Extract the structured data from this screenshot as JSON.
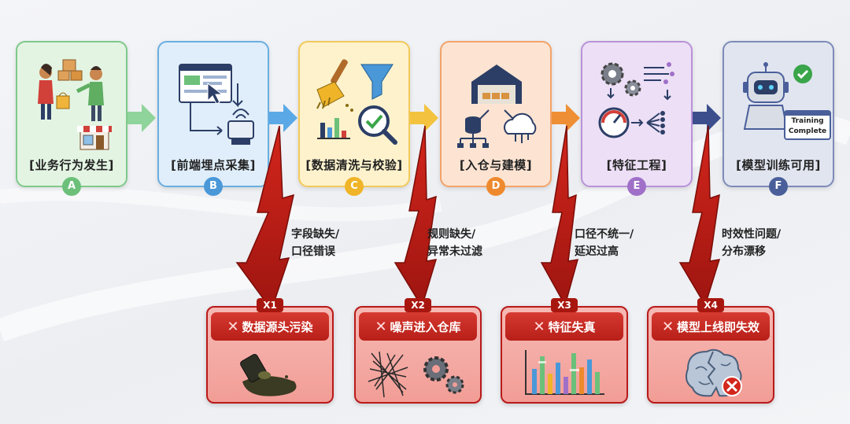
{
  "stages": [
    {
      "label": "[业务行为发生]",
      "letter": "A"
    },
    {
      "label": "[前端埋点采集]",
      "letter": "B"
    },
    {
      "label": "[数据清洗与校验]",
      "letter": "C"
    },
    {
      "label": "[入仓与建模]",
      "letter": "D"
    },
    {
      "label": "[特征工程]",
      "letter": "E"
    },
    {
      "label": "[模型训练可用]",
      "letter": "F"
    }
  ],
  "training_badge": {
    "line1": "Training",
    "line2": "Complete"
  },
  "issues": [
    {
      "line1": "字段缺失/",
      "line2": "口径错误"
    },
    {
      "line1": "规则缺失/",
      "line2": "异常未过滤"
    },
    {
      "line1": "口径不统一/",
      "line2": "延迟过高"
    },
    {
      "line1": "时效性问题/",
      "line2": "分布漂移"
    }
  ],
  "problems": [
    {
      "tag": "X1",
      "mark": "✕",
      "title": "数据源头污染"
    },
    {
      "tag": "X2",
      "mark": "✕",
      "title": "噪声进入仓库"
    },
    {
      "tag": "X3",
      "mark": "✕",
      "title": "特征失真"
    },
    {
      "tag": "X4",
      "mark": "✕",
      "title": "模型上线即失效"
    }
  ],
  "colors": {
    "stage_A": "#6cc07a",
    "stage_B": "#4a98d8",
    "stage_C": "#f0b429",
    "stage_D": "#ee8a2d",
    "stage_E": "#a070c8",
    "stage_F": "#4a5f9a",
    "problem_red": "#c8261e"
  }
}
